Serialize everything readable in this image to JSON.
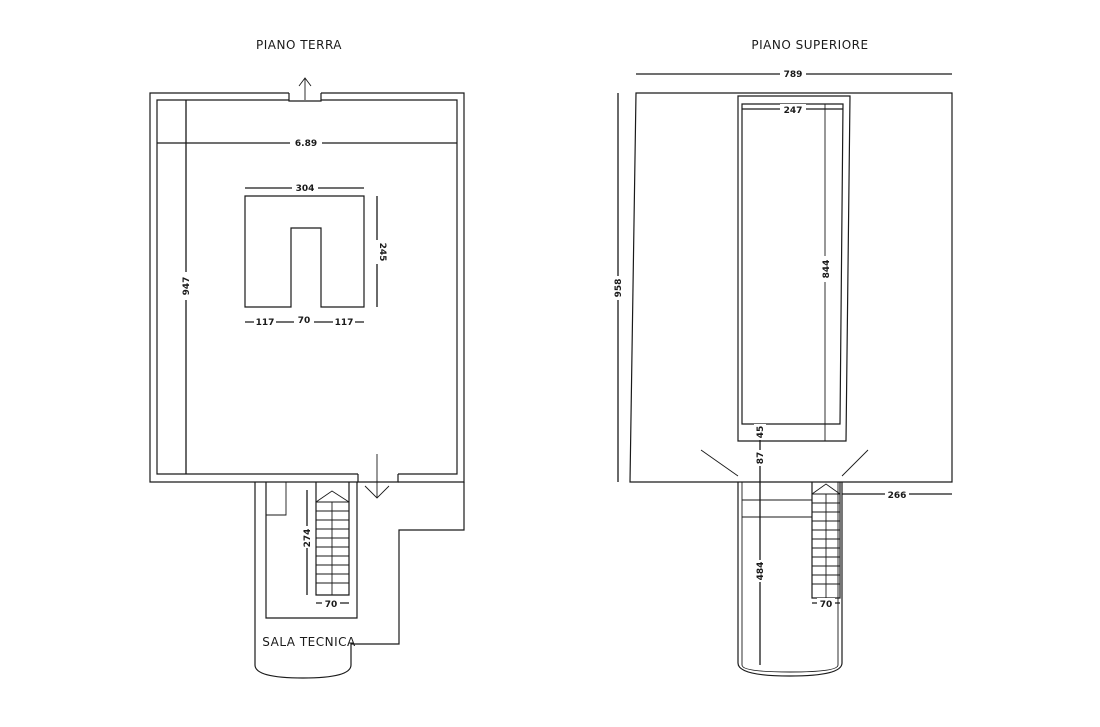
{
  "titles": {
    "ground_floor": "PIANO TERRA",
    "upper_floor": "PIANO SUPERIORE"
  },
  "rooms": {
    "technical_room": "SALA TECNICA"
  },
  "dimensions": {
    "ground_floor": {
      "width": "6.89",
      "depth": "947",
      "block_width": "304",
      "block_depth": "245",
      "block_left": "117",
      "block_gap": "70",
      "block_right": "117",
      "stair_length": "274",
      "stair_width": "70"
    },
    "upper_floor": {
      "width": "789",
      "depth": "958",
      "inner_width": "247",
      "inner_length": "844",
      "step": "45",
      "landing": "87",
      "corridor": "484",
      "side": "266",
      "stair_width": "70"
    }
  }
}
